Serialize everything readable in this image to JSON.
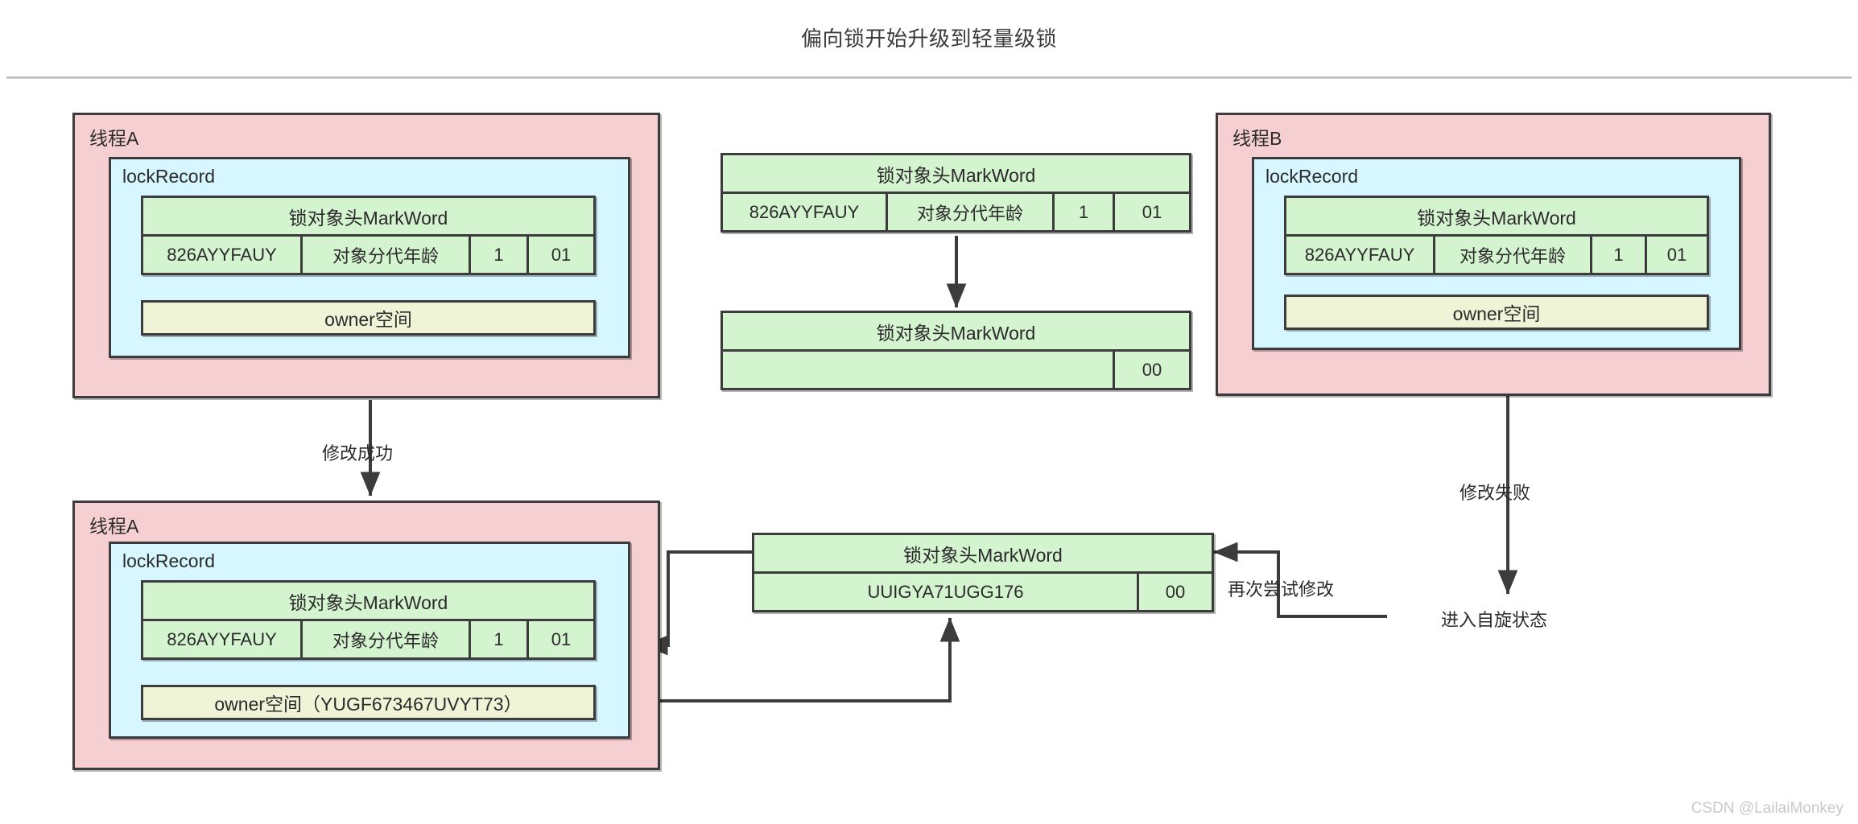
{
  "page": {
    "title": "偏向锁开始升级到轻量级锁",
    "watermark": "CSDN @LailaiMonkey"
  },
  "labels": {
    "thread_a": "线程A",
    "thread_b": "线程B",
    "lock_record": "lockRecord",
    "markword_header": "锁对象头MarkWord",
    "owner_space": "owner空间",
    "owner_space_filled": "owner空间（YUGF673467UVYT73）"
  },
  "colors": {
    "thread_box": "#f6cfd2",
    "lockrecord_box": "#d6f7ff",
    "markword_box": "#d4f3cf",
    "owner_box": "#eff4d7",
    "border": "#3c3c3c",
    "text": "#2b2b2b",
    "watermark": "#c9c9c9"
  },
  "thread_a_top": {
    "title": "线程A",
    "lock_record_title": "lockRecord",
    "markword": {
      "header": "锁对象头MarkWord",
      "cells": [
        "826AYYFAUY",
        "对象分代年龄",
        "1",
        "01"
      ]
    },
    "owner": "owner空间"
  },
  "thread_b": {
    "title": "线程B",
    "lock_record_title": "lockRecord",
    "markword": {
      "header": "锁对象头MarkWord",
      "cells": [
        "826AYYFAUY",
        "对象分代年龄",
        "1",
        "01"
      ]
    },
    "owner": "owner空间"
  },
  "thread_a_bottom": {
    "title": "线程A",
    "lock_record_title": "lockRecord",
    "markword": {
      "header": "锁对象头MarkWord",
      "cells": [
        "826AYYFAUY",
        "对象分代年龄",
        "1",
        "01"
      ]
    },
    "owner": "owner空间（YUGF673467UVYT73）"
  },
  "object_header_biased": {
    "header": "锁对象头MarkWord",
    "cells": [
      "826AYYFAUY",
      "对象分代年龄",
      "1",
      "01"
    ]
  },
  "object_header_lightweight_empty": {
    "header": "锁对象头MarkWord",
    "cells": [
      "",
      "00"
    ]
  },
  "object_header_lightweight_filled": {
    "header": "锁对象头MarkWord",
    "cells": [
      "UUIGYA71UGG176",
      "00"
    ]
  },
  "edges": {
    "modify_success": "修改成功",
    "modify_fail": "修改失败",
    "retry_modify": "再次尝试修改",
    "enter_spin": "进入自旋状态"
  }
}
